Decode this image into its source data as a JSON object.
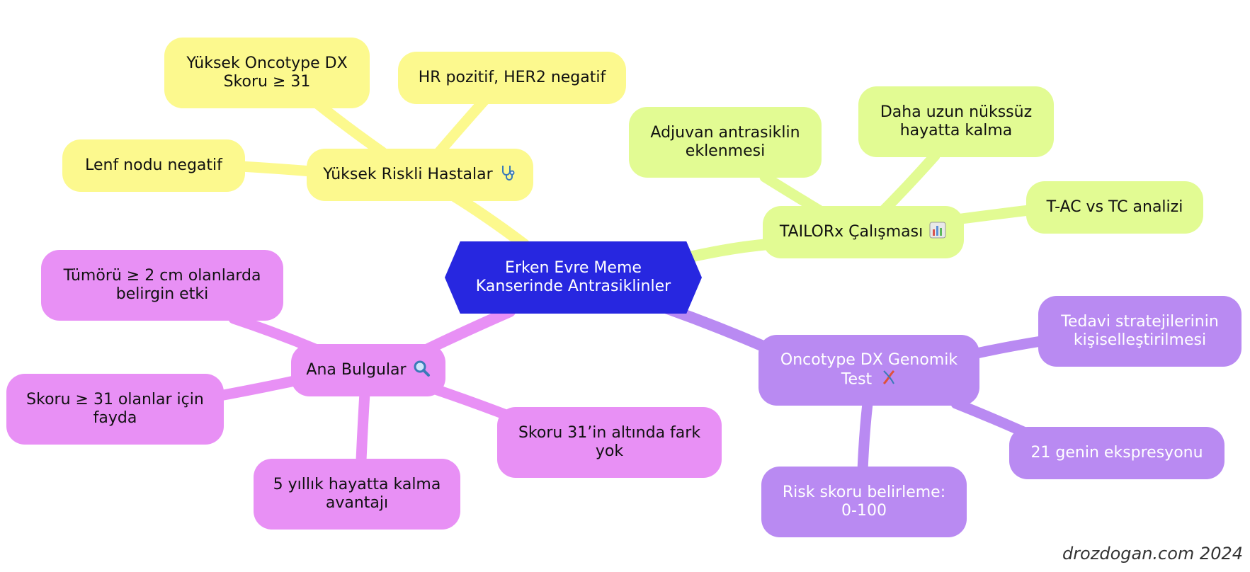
{
  "root": {
    "label_line1": "Erken Evre Meme",
    "label_line2": "Kanserinde Antrasiklinler"
  },
  "branches": {
    "high_risk": {
      "label": "Yüksek Riskli Hastalar",
      "icon": "stethoscope-icon",
      "color": "#fcf98e",
      "children": {
        "oncotype_score_line1": "Yüksek Oncotype DX",
        "oncotype_score_line2": "Skoru ≥ 31",
        "hr_her2": "HR pozitif, HER2 negatif",
        "lymph_node": "Lenf nodu negatif"
      }
    },
    "tailorx": {
      "label": "TAILORx Çalışması",
      "icon": "bar-chart-icon",
      "color": "#e2fb93",
      "children": {
        "adjuvant_line1": "Adjuvan antrasiklin",
        "adjuvant_line2": "eklenmesi",
        "survival_line1": "Daha uzun nükssüz",
        "survival_line2": "hayatta kalma",
        "tac_tc": "T-AC vs TC analizi"
      }
    },
    "findings": {
      "label": "Ana Bulgular",
      "icon": "magnifier-icon",
      "color": "#e890f5",
      "children": {
        "tumor_line1": "Tümörü ≥ 2 cm olanlarda",
        "tumor_line2": "belirgin etki",
        "score_benefit_line1": "Skoru ≥ 31 olanlar için",
        "score_benefit_line2": "fayda",
        "five_year_line1": "5 yıllık hayatta kalma",
        "five_year_line2": "avantajı",
        "below31_line1": "Skoru 31’in altında fark",
        "below31_line2": "yok"
      }
    },
    "oncotype_test": {
      "label_line1": "Oncotype DX Genomik",
      "label_line2": "Test",
      "icon": "dna-icon",
      "color": "#b98af2",
      "children": {
        "personalize_line1": "Tedavi stratejilerinin",
        "personalize_line2": "kişiselleştirilmesi",
        "genes": "21 genin ekspresyonu",
        "risk_line1": "Risk skoru belirleme:",
        "risk_line2": "0-100"
      }
    }
  },
  "footer": {
    "signature": "drozdogan.com 2024"
  }
}
